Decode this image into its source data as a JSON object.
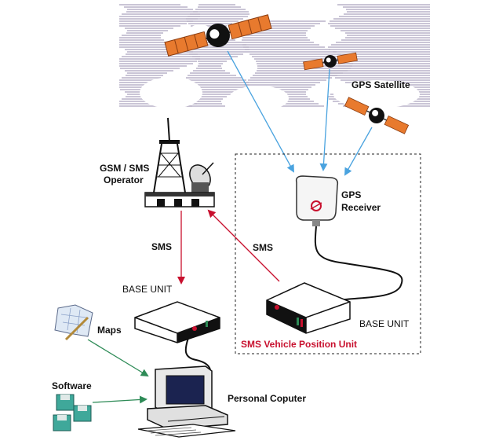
{
  "labels": {
    "gps_satellite": "GPS Satellite",
    "gsm_operator_line1": "GSM / SMS",
    "gsm_operator_line2": "Operator",
    "gps_receiver_line1": "GPS",
    "gps_receiver_line2": "Receiver",
    "sms_down": "SMS",
    "sms_up": "SMS",
    "base_unit_pc": "BASE UNIT",
    "base_unit_vehicle": "BASE UNIT",
    "vehicle_unit": "SMS Vehicle Position Unit",
    "maps": "Maps",
    "software": "Software",
    "personal_computer": "Personal Coputer"
  },
  "colors": {
    "gps_signal_arrow": "#4aa3df",
    "sms_arrow": "#c8102e",
    "pc_link_arrow": "#2e8b57",
    "satellite_panel": "#e87a2e",
    "vehicle_unit_label": "#c8102e",
    "map_stripes": "#b9b2c8"
  },
  "icons": {
    "satellites": "satellite-icon",
    "tower": "gsm-tower-icon",
    "receiver": "gps-receiver-icon",
    "base_unit": "base-unit-icon",
    "computer": "personal-computer-icon",
    "maps": "maps-icon",
    "software": "floppy-disks-icon"
  }
}
